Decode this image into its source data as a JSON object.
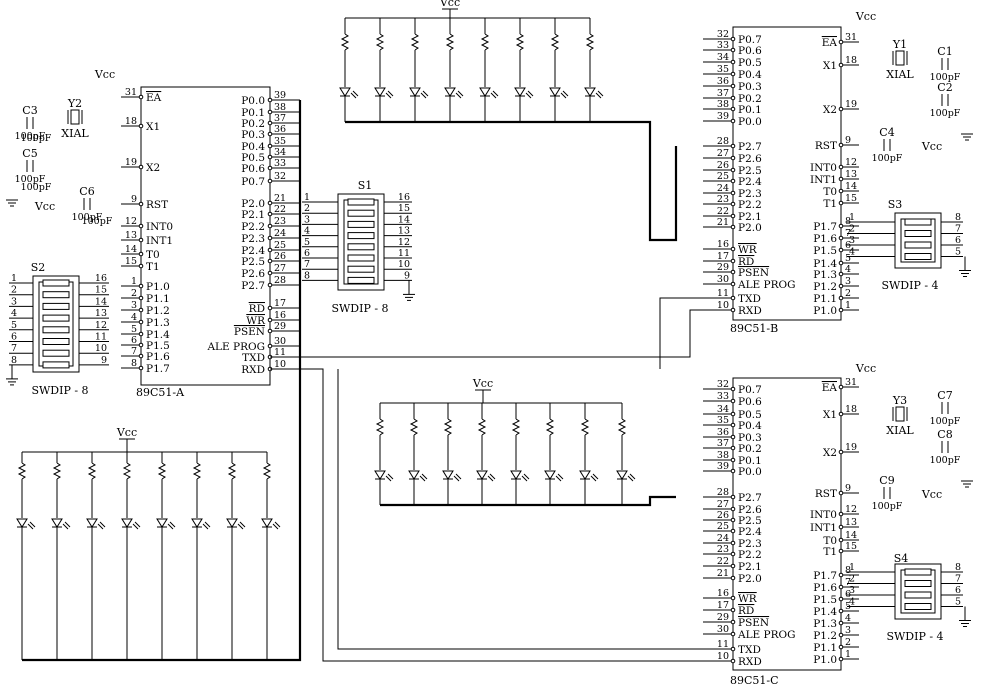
{
  "vcc": "Vcc",
  "chips": {
    "A": {
      "name": "89C51-A",
      "left": [
        {
          "label": "EA",
          "pin": "31",
          "ov": true
        },
        {
          "label": "X1",
          "pin": "18"
        },
        {
          "label": "X2",
          "pin": "19"
        },
        {
          "label": "RST",
          "pin": "9"
        },
        {
          "label": "INT0",
          "pin": "12"
        },
        {
          "label": "INT1",
          "pin": "13"
        },
        {
          "label": "T0",
          "pin": "14"
        },
        {
          "label": "T1",
          "pin": "15"
        },
        {
          "label": "P1.0",
          "pin": "1"
        },
        {
          "label": "P1.1",
          "pin": "2"
        },
        {
          "label": "P1.2",
          "pin": "3"
        },
        {
          "label": "P1.3",
          "pin": "4"
        },
        {
          "label": "P1.4",
          "pin": "5"
        },
        {
          "label": "P1.5",
          "pin": "6"
        },
        {
          "label": "P1.6",
          "pin": "7"
        },
        {
          "label": "P1.7",
          "pin": "8"
        }
      ],
      "right": [
        {
          "label": "P0.0",
          "pin": "39"
        },
        {
          "label": "P0.1",
          "pin": "38"
        },
        {
          "label": "P0.2",
          "pin": "37"
        },
        {
          "label": "P0.3",
          "pin": "36"
        },
        {
          "label": "P0.4",
          "pin": "35"
        },
        {
          "label": "P0.5",
          "pin": "34"
        },
        {
          "label": "P0.6",
          "pin": "33"
        },
        {
          "label": "P0.7",
          "pin": "32"
        },
        {
          "label": "P2.0",
          "pin": "21"
        },
        {
          "label": "P2.1",
          "pin": "22"
        },
        {
          "label": "P2.2",
          "pin": "23"
        },
        {
          "label": "P2.3",
          "pin": "24"
        },
        {
          "label": "P2.4",
          "pin": "25"
        },
        {
          "label": "P2.5",
          "pin": "26"
        },
        {
          "label": "P2.6",
          "pin": "27"
        },
        {
          "label": "P2.7",
          "pin": "28"
        },
        {
          "label": "RD",
          "pin": "17",
          "ov": true
        },
        {
          "label": "WR",
          "pin": "16",
          "ov": true
        },
        {
          "label": "PSEN",
          "pin": "29",
          "ov": true
        },
        {
          "label": "ALE PROG",
          "pin": "30"
        },
        {
          "label": "TXD",
          "pin": "11"
        },
        {
          "label": "RXD",
          "pin": "10"
        }
      ],
      "components": {
        "y": "Y2",
        "xtal": "XIAL",
        "c_a": "C3",
        "c_b": "C5",
        "c_rst": "C6",
        "cap_val": "100pF",
        "cap_val2": "100pF",
        "cap_val3": "100pF"
      }
    },
    "B": {
      "name": "89C51-B",
      "left": [
        {
          "label": "P0.7",
          "pin": "32"
        },
        {
          "label": "P0.6",
          "pin": "33"
        },
        {
          "label": "P0.5",
          "pin": "34"
        },
        {
          "label": "P0.4",
          "pin": "35"
        },
        {
          "label": "P0.3",
          "pin": "36"
        },
        {
          "label": "P0.2",
          "pin": "37"
        },
        {
          "label": "P0.1",
          "pin": "38"
        },
        {
          "label": "P0.0",
          "pin": "39"
        },
        {
          "label": "P2.7",
          "pin": "28"
        },
        {
          "label": "P2.6",
          "pin": "27"
        },
        {
          "label": "P2.5",
          "pin": "26"
        },
        {
          "label": "P2.4",
          "pin": "25"
        },
        {
          "label": "P2.3",
          "pin": "24"
        },
        {
          "label": "P2.2",
          "pin": "23"
        },
        {
          "label": "P2.1",
          "pin": "22"
        },
        {
          "label": "P2.0",
          "pin": "21"
        },
        {
          "label": "WR",
          "pin": "16",
          "ov": true
        },
        {
          "label": "RD",
          "pin": "17",
          "ov": true
        },
        {
          "label": "PSEN",
          "pin": "29",
          "ov": true
        },
        {
          "label": "ALE PROG",
          "pin": "30"
        },
        {
          "label": "TXD",
          "pin": "11"
        },
        {
          "label": "RXD",
          "pin": "10"
        }
      ],
      "right": [
        {
          "label": "EA",
          "pin": "31",
          "ov": true
        },
        {
          "label": "X1",
          "pin": "18"
        },
        {
          "label": "X2",
          "pin": "19"
        },
        {
          "label": "RST",
          "pin": "9"
        },
        {
          "label": "INT0",
          "pin": "12"
        },
        {
          "label": "INT1",
          "pin": "13"
        },
        {
          "label": "T0",
          "pin": "14"
        },
        {
          "label": "T1",
          "pin": "15"
        },
        {
          "label": "P1.7",
          "pin": "8"
        },
        {
          "label": "P1.6",
          "pin": "7"
        },
        {
          "label": "P1.5",
          "pin": "6"
        },
        {
          "label": "P1.4",
          "pin": "5"
        },
        {
          "label": "P1.3",
          "pin": "4"
        },
        {
          "label": "P1.2",
          "pin": "3"
        },
        {
          "label": "P1.1",
          "pin": "2"
        },
        {
          "label": "P1.0",
          "pin": "1"
        }
      ],
      "components": {
        "y": "Y1",
        "xtal": "XIAL",
        "c_a": "C1",
        "c_b": "C2",
        "c_rst": "C4",
        "cap_val": "100pF"
      }
    },
    "C": {
      "name": "89C51-C",
      "left": [
        {
          "label": "P0.7",
          "pin": "32"
        },
        {
          "label": "P0.6",
          "pin": "33"
        },
        {
          "label": "P0.5",
          "pin": "34"
        },
        {
          "label": "P0.4",
          "pin": "35"
        },
        {
          "label": "P0.3",
          "pin": "36"
        },
        {
          "label": "P0.2",
          "pin": "37"
        },
        {
          "label": "P0.1",
          "pin": "38"
        },
        {
          "label": "P0.0",
          "pin": "39"
        },
        {
          "label": "P2.7",
          "pin": "28"
        },
        {
          "label": "P2.6",
          "pin": "27"
        },
        {
          "label": "P2.5",
          "pin": "26"
        },
        {
          "label": "P2.4",
          "pin": "25"
        },
        {
          "label": "P2.3",
          "pin": "24"
        },
        {
          "label": "P2.2",
          "pin": "23"
        },
        {
          "label": "P2.1",
          "pin": "22"
        },
        {
          "label": "P2.0",
          "pin": "21"
        },
        {
          "label": "WR",
          "pin": "16",
          "ov": true
        },
        {
          "label": "RD",
          "pin": "17",
          "ov": true
        },
        {
          "label": "PSEN",
          "pin": "29",
          "ov": true
        },
        {
          "label": "ALE PROG",
          "pin": "30"
        },
        {
          "label": "TXD",
          "pin": "11"
        },
        {
          "label": "RXD",
          "pin": "10"
        }
      ],
      "right": [
        {
          "label": "EA",
          "pin": "31",
          "ov": true
        },
        {
          "label": "X1",
          "pin": "18"
        },
        {
          "label": "X2",
          "pin": "19"
        },
        {
          "label": "RST",
          "pin": "9"
        },
        {
          "label": "INT0",
          "pin": "12"
        },
        {
          "label": "INT1",
          "pin": "13"
        },
        {
          "label": "T0",
          "pin": "14"
        },
        {
          "label": "T1",
          "pin": "15"
        },
        {
          "label": "P1.7",
          "pin": "8"
        },
        {
          "label": "P1.6",
          "pin": "7"
        },
        {
          "label": "P1.5",
          "pin": "6"
        },
        {
          "label": "P1.4",
          "pin": "5"
        },
        {
          "label": "P1.3",
          "pin": "4"
        },
        {
          "label": "P1.2",
          "pin": "3"
        },
        {
          "label": "P1.1",
          "pin": "2"
        },
        {
          "label": "P1.0",
          "pin": "1"
        }
      ],
      "components": {
        "y": "Y3",
        "xtal": "XIAL",
        "c_a": "C7",
        "c_b": "C8",
        "c_rst": "C9",
        "cap_val": "100pF"
      }
    }
  },
  "switches": {
    "S1": {
      "name": "S1",
      "type": "SWDIP - 8",
      "left_pins": [
        "1",
        "2",
        "3",
        "4",
        "5",
        "6",
        "7",
        "8"
      ],
      "right_pins": [
        "16",
        "15",
        "14",
        "13",
        "12",
        "11",
        "10",
        "9"
      ]
    },
    "S2": {
      "name": "S2",
      "type": "SWDIP - 8",
      "left_pins": [
        "1",
        "2",
        "3",
        "4",
        "5",
        "6",
        "7",
        "8"
      ],
      "right_pins": [
        "16",
        "15",
        "14",
        "13",
        "12",
        "11",
        "10",
        "9"
      ]
    },
    "S3": {
      "name": "S3",
      "type": "SWDIP - 4",
      "left_pins": [
        "1",
        "2",
        "3",
        "4"
      ],
      "right_pins": [
        "8",
        "7",
        "6",
        "5"
      ]
    },
    "S4": {
      "name": "S4",
      "type": "SWDIP - 4",
      "left_pins": [
        "1",
        "2",
        "3",
        "4"
      ],
      "right_pins": [
        "8",
        "7",
        "6",
        "5"
      ]
    }
  }
}
